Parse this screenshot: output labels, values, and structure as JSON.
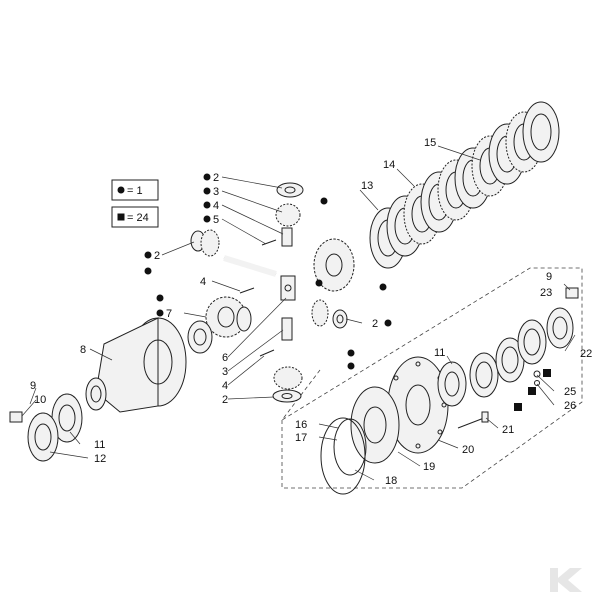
{
  "legend": [
    {
      "symbol": "dot",
      "text": "= 1"
    },
    {
      "symbol": "square",
      "text": "= 24"
    }
  ],
  "callouts": {
    "c2a": "2",
    "c3a": "3",
    "c4a": "4",
    "c5": "5",
    "c2b": "2",
    "c4b": "4",
    "c7": "7",
    "c8": "8",
    "c6": "6",
    "c3b": "3",
    "c4c": "4",
    "c2c": "2",
    "c13": "13",
    "c14": "14",
    "c15": "15",
    "c2d": "2",
    "c9a": "9",
    "c10": "10",
    "c11a": "11",
    "c12": "12",
    "c9b": "9",
    "c23": "23",
    "c22": "22",
    "c11b": "11",
    "c25": "25",
    "c26": "26",
    "c21": "21",
    "c16": "16",
    "c17": "17",
    "c20": "20",
    "c19": "19",
    "c18": "18"
  },
  "colors": {
    "line": "#222222",
    "background": "#ffffff",
    "logo": "#e6e6e6"
  },
  "logo_icon": "k-logo-icon"
}
